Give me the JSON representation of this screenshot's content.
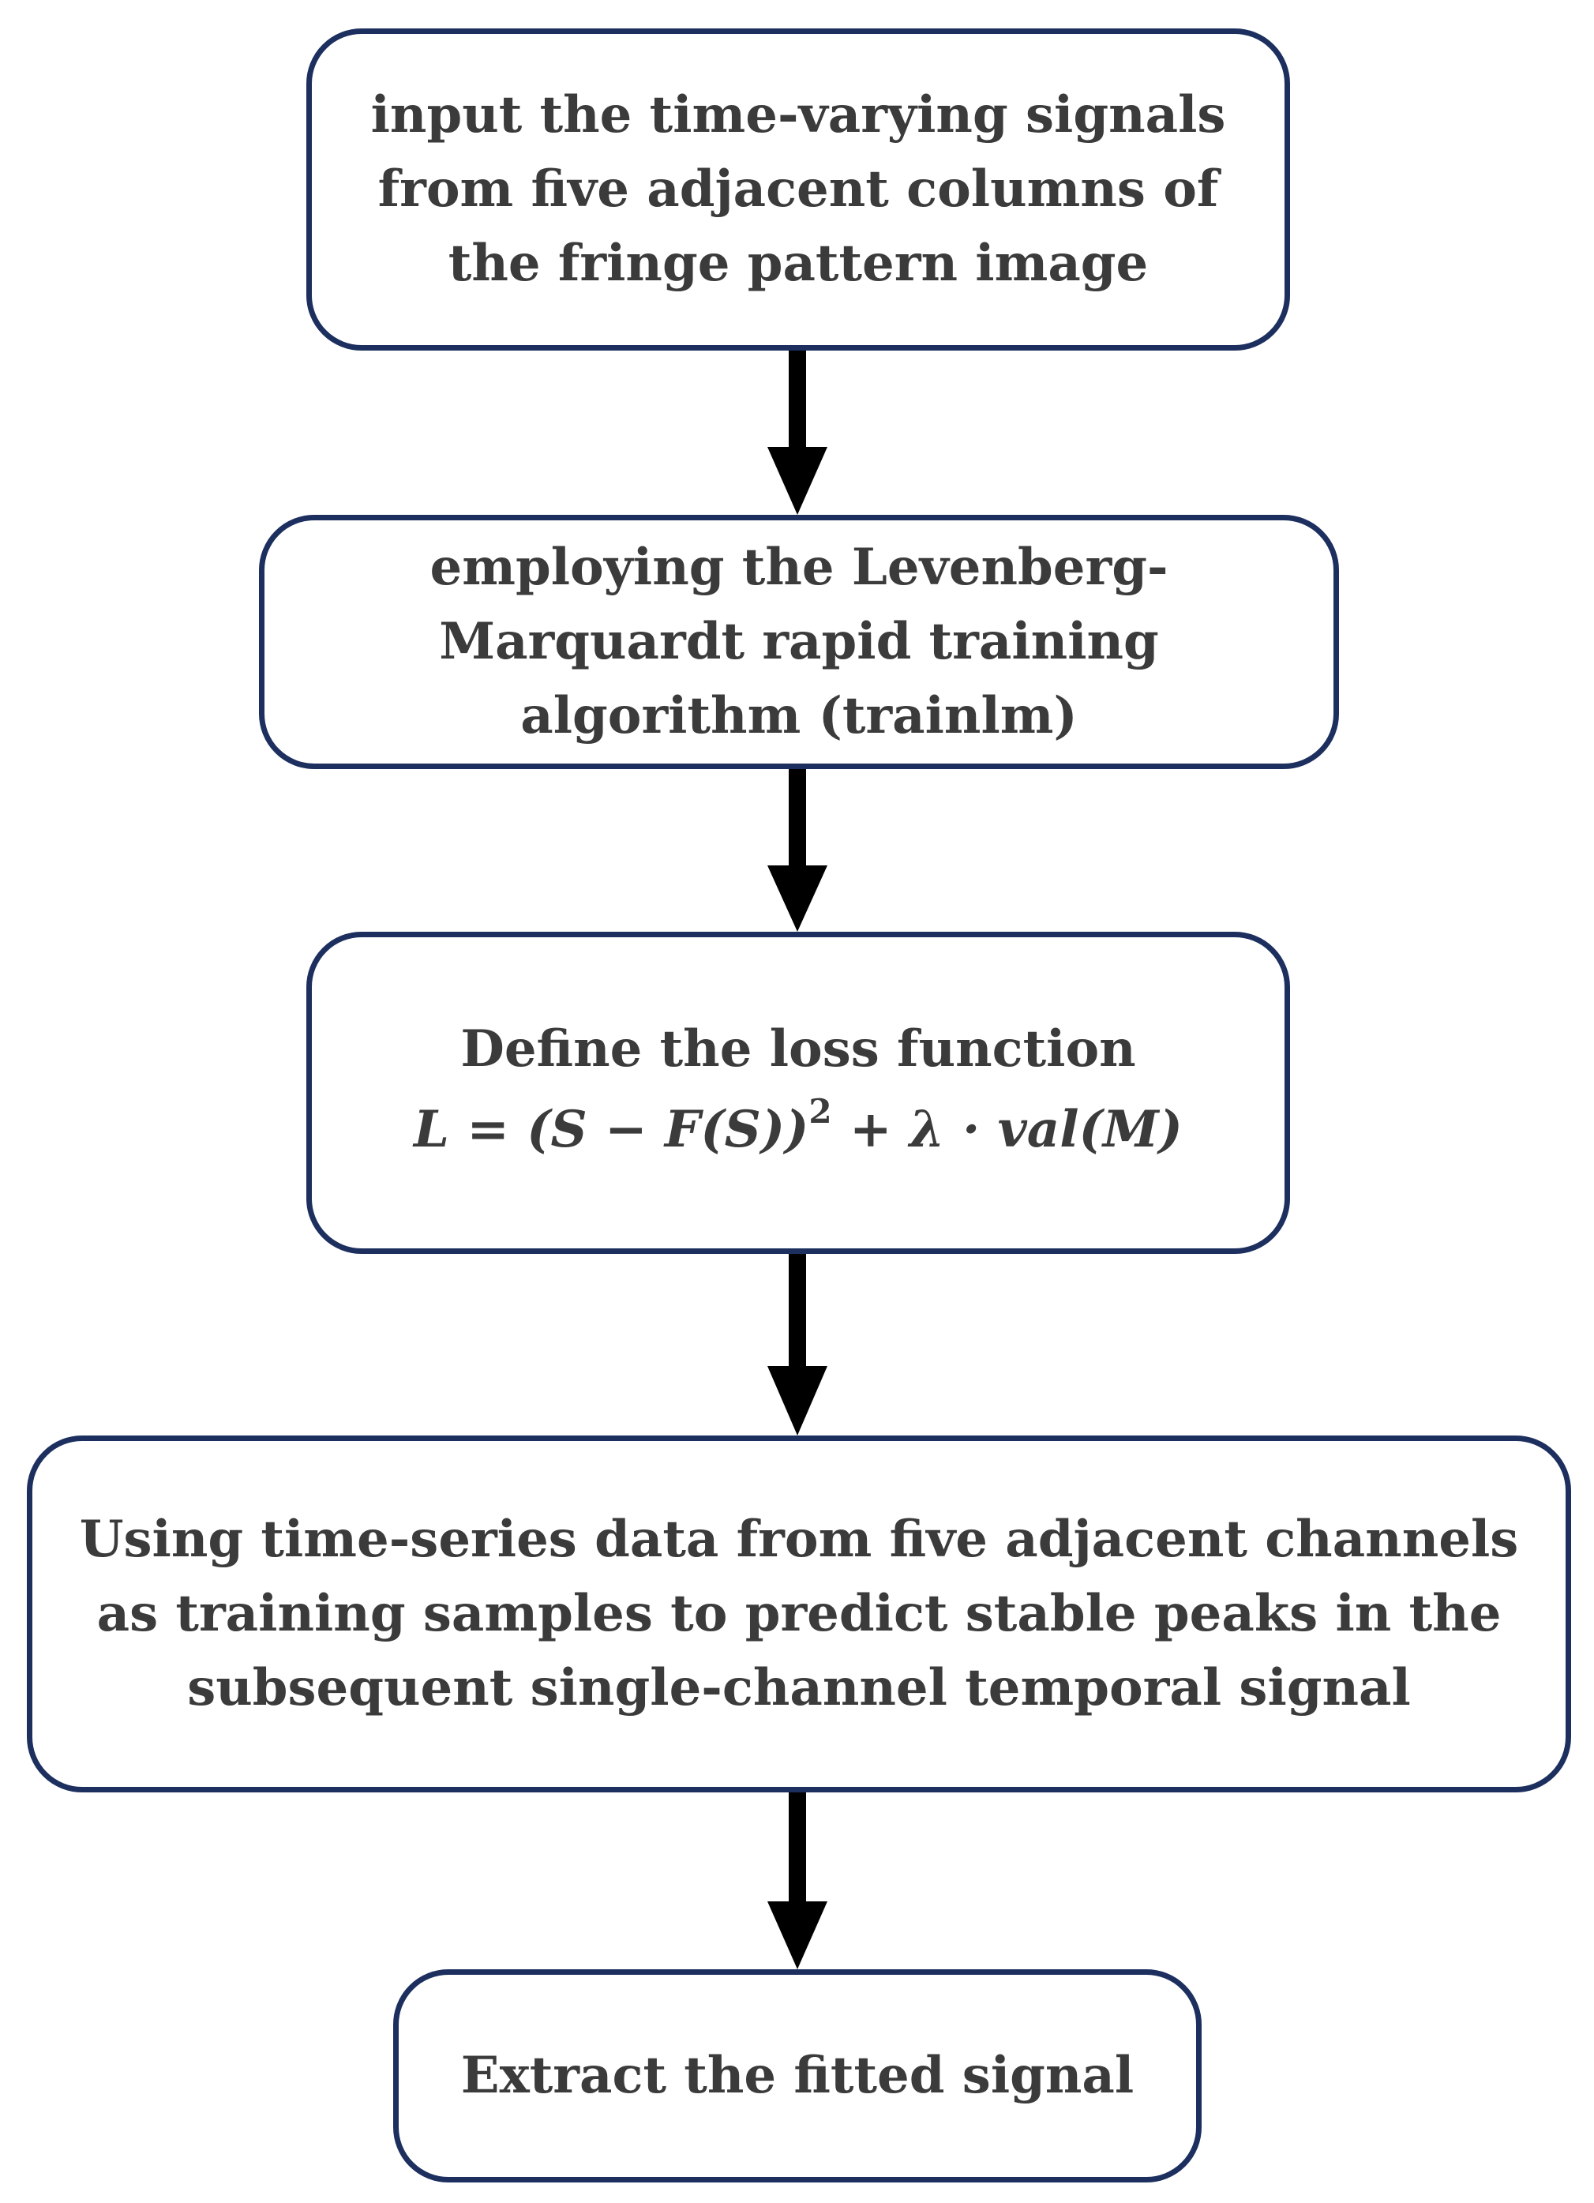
{
  "flowchart": {
    "steps": [
      {
        "lines": [
          "input the time-varying signals",
          "from five adjacent columns of",
          "the fringe pattern image"
        ]
      },
      {
        "lines": [
          "employing the Levenberg-",
          "Marquardt rapid training",
          "algorithm (trainlm)"
        ]
      },
      {
        "lines": [
          "Define the loss function"
        ],
        "formula": {
          "main": "L = (S − F(S))",
          "exponent": "2",
          "rest": "+ λ · val(M)"
        }
      },
      {
        "lines": [
          "Using time-series data from five adjacent channels",
          "as training samples to predict stable peaks in the",
          "subsequent single-channel temporal signal"
        ]
      },
      {
        "lines": [
          "Extract the fitted signal"
        ]
      }
    ]
  },
  "colors": {
    "box_border": "#1c2f5e",
    "text": "#3b3b3b",
    "arrow": "#000000"
  }
}
